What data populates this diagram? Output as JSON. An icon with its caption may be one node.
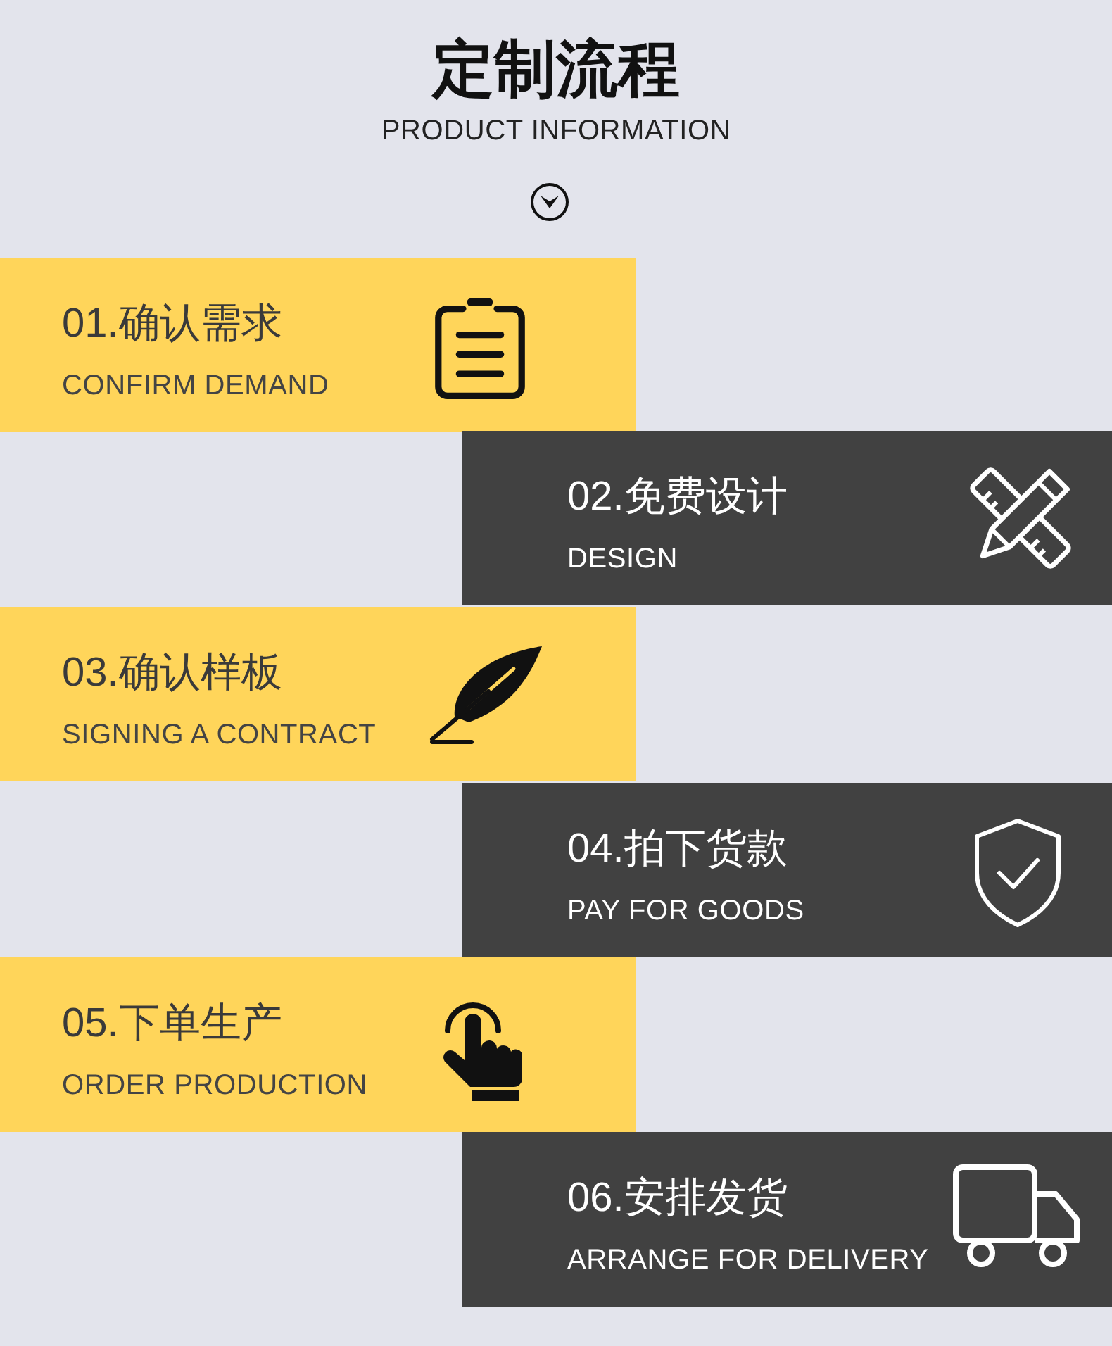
{
  "diagram": {
    "title": "定制流程",
    "nodes": [
      {
        "text": [
          "01.确认需求",
          "CONFIRM DEMAND"
        ]
      },
      {
        "text": [
          "02.免费设计",
          "DESIGN"
        ]
      },
      {
        "text": [
          "03.确认样板",
          "SIGNING A CONTRACT"
        ]
      },
      {
        "text": [
          "04.拍下货款",
          "PAY FOR GOODS"
        ]
      },
      {
        "text": [
          "05.下单生产",
          "ORDER PRODUCTION"
        ]
      },
      {
        "text": [
          "06.安排发货",
          "ARRANGE FOR DELIVERY"
        ]
      }
    ],
    "labels": [
      "PRODUCT INFORMATION"
    ]
  }
}
